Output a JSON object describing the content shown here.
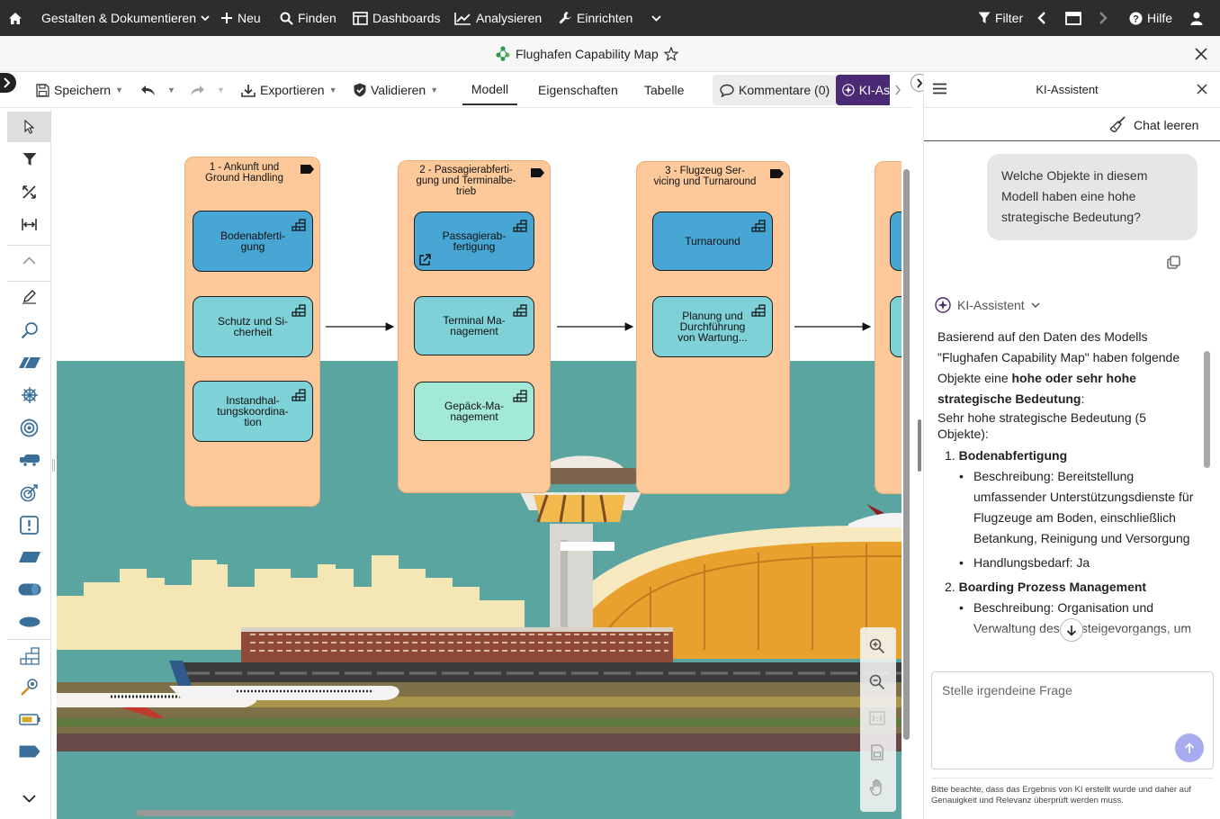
{
  "nav": {
    "design": "Gestalten & Dokumentieren",
    "new": "Neu",
    "find": "Finden",
    "dashboards": "Dashboards",
    "analyze": "Analysieren",
    "setup": "Einrichten",
    "filter": "Filter",
    "help": "Hilfe"
  },
  "model_title": "Flughafen Capability Map",
  "toolbar": {
    "save": "Speichern",
    "export": "Exportieren",
    "validate": "Validieren",
    "tab_model": "Modell",
    "tab_properties": "Eigenschaften",
    "tab_table": "Tabelle",
    "comments": "Kommentare (0)",
    "ai": "KI-As"
  },
  "lanes": [
    {
      "title": "1 - Ankunft und\nGround Handling",
      "items": [
        "Bodenabferti-\ngung",
        "Schutz und Si-\ncherheit",
        "Instandhal-\ntungskoordina-\ntion"
      ]
    },
    {
      "title": "2 - Passagierabferti-\ngung und Terminalbe-\ntrieb",
      "items": [
        "Passagierab-\nfertigung",
        "Terminal Ma-\nnagement",
        "Gepäck-Ma-\nnagement"
      ]
    },
    {
      "title": "3 - Flugzeug Ser-\nvicing und Turnaround",
      "items": [
        "Turnaround",
        "Planung und\nDurchführung\nvon Wartung..."
      ]
    }
  ],
  "assistant": {
    "title": "KI-Assistent",
    "clear_chat": "Chat leeren",
    "user_message": "Welche Objekte in diesem Modell haben eine hohe strategische Bedeutung?",
    "sender": "KI-Assistent",
    "intro_1": "Basierend auf den Daten des Modells \"Flughafen Capability Map\" haben folgende Objekte eine ",
    "intro_bold": "hohe oder sehr hohe strategische Bedeutung",
    "intro_2": ":",
    "subheading": "Sehr hohe strategische Bedeutung (5 Objekte):",
    "item1_title": "Bodenabfertigung",
    "item1_desc": "Beschreibung: Bereitstellung umfassender Unterstützungsdienste für Flugzeuge am Boden, einschließlich Betankung, Reinigung und Versorgung",
    "item1_need": "Handlungsbedarf: Ja",
    "item2_title": "Boarding Prozess Management",
    "item2_desc": "Beschreibung: Organisation und Verwaltung des Einsteigevorgangs, um",
    "input_placeholder": "Stelle irgendeine Frage",
    "disclaimer": "Bitte beachte, dass das Ergebnis von KI erstellt wurde und daher auf Genauigkeit und Relevanz überprüft werden muss."
  },
  "colors": {
    "nav_bg": "#2d2d2d",
    "lane": "#fdc99a",
    "box_blue": "#47a6d4",
    "box_teal": "#7dd1d7",
    "box_mint": "#a2ead6",
    "sea": "#5aa59f",
    "ai_purple": "#4a2a75",
    "send_button": "#a6acef"
  }
}
